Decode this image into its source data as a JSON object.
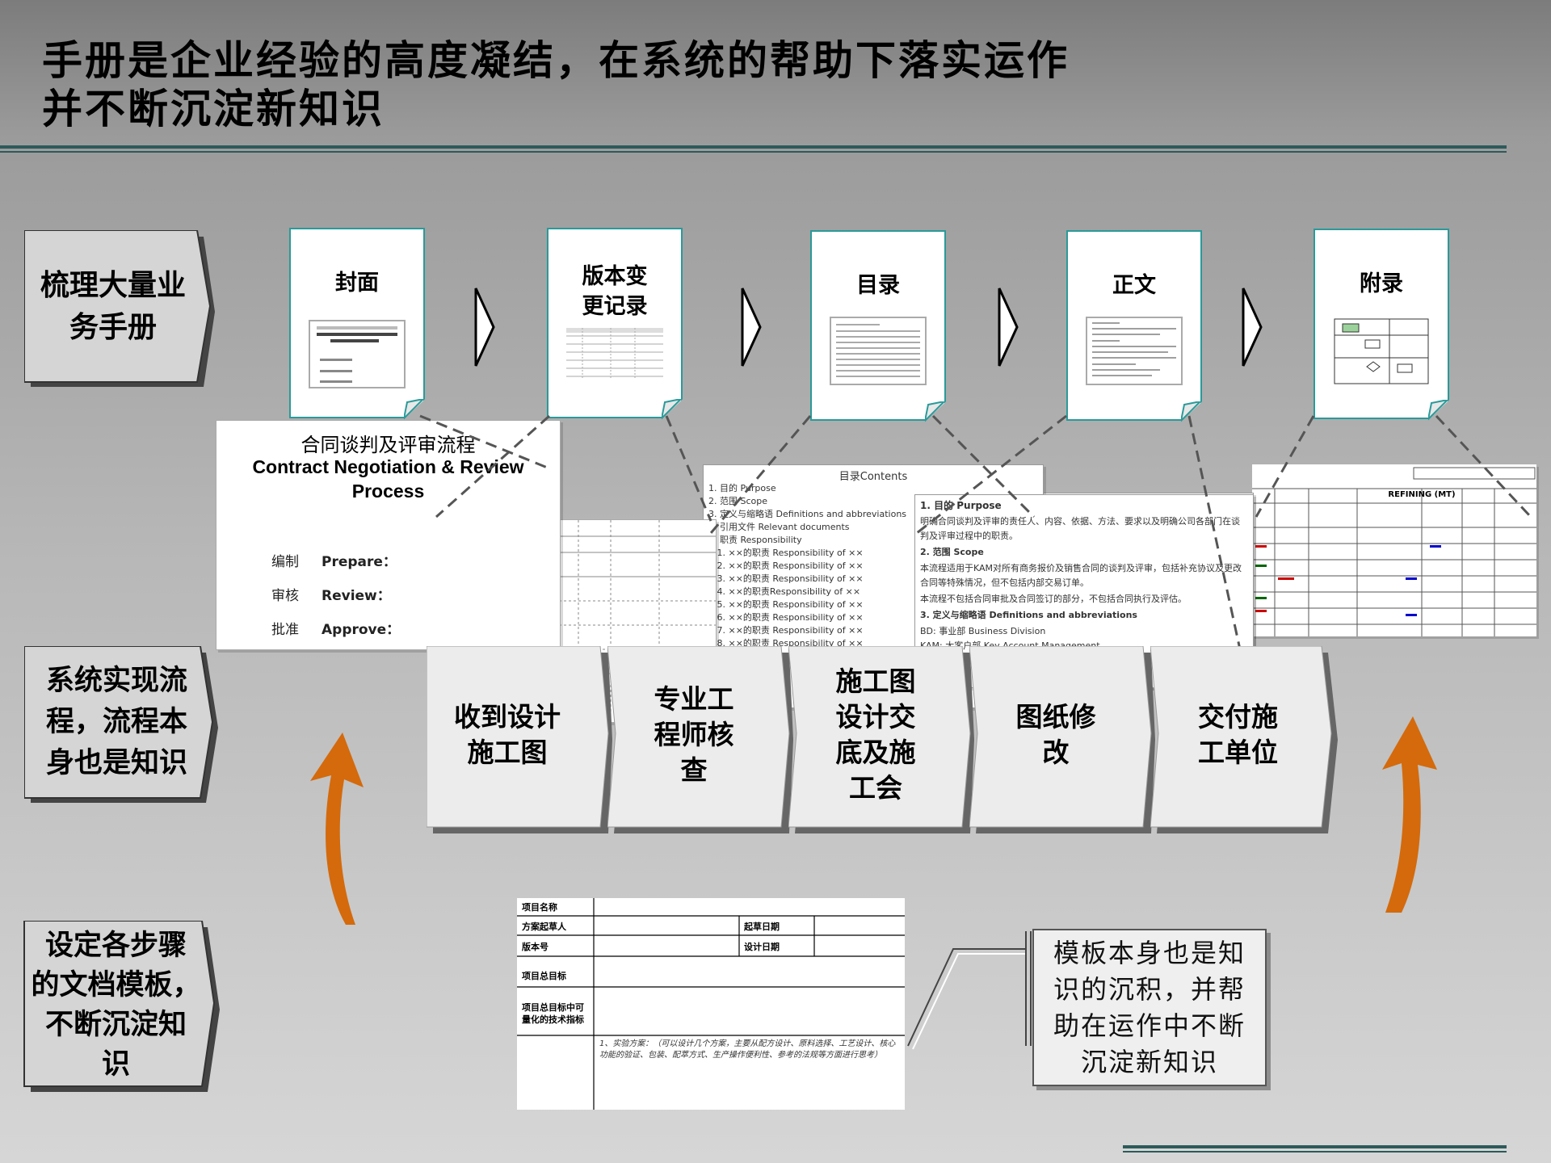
{
  "title": {
    "line1": "手册是企业经验的高度凝结，在系统的帮助下落实运作",
    "line2": "并不断沉淀新知识"
  },
  "side_labels": {
    "manuals": "梳理大量业\n务手册",
    "system": "系统实现流\n程，流程本\n身也是知识",
    "templates": "设定各步骤\n的文档模板，\n不断沉淀知\n识"
  },
  "manual_sections": [
    {
      "label": "封面"
    },
    {
      "label": "版本变\n更记录"
    },
    {
      "label": "目录"
    },
    {
      "label": "正文"
    },
    {
      "label": "附录"
    }
  ],
  "cover_preview": {
    "title_cn": "合同谈判及评审流程",
    "title_en": "Contract Negotiation & Review Process",
    "rows": [
      {
        "cn": "编制",
        "en": "Prepare："
      },
      {
        "cn": "审核",
        "en": "Review："
      },
      {
        "cn": "批准",
        "en": "Approve："
      }
    ]
  },
  "toc_preview": {
    "heading": "目录Contents",
    "lines": [
      "1. 目的  Purpose",
      "2. 范围  Scope",
      "3. 定义与缩略语  Definitions and abbreviations",
      "4. 引用文件  Relevant documents",
      "5. 职责  Responsibility",
      "5.1. ××的职责  Responsibility of ××",
      "5.2. ××的职责  Responsibility of ××",
      "5.3. ××的职责  Responsibility of ××",
      "5.4. ××的职责Responsibility of ××",
      "5.5. ××的职责  Responsibility of ××",
      "5.6. ××的职责  Responsibility of ××",
      "5.7. ××的职责  Responsibility of ××",
      "5.8. ××的职责  Responsibility of ××"
    ]
  },
  "body_preview": {
    "lines": [
      "1. 目的  Purpose",
      "明确合同谈判及评审的责任人、内容、依据、方法、要求以及明确公司各部门在谈",
      "判及评审过程中的职责。",
      "2. 范围  Scope",
      "本流程适用于KAM对所有商务报价及销售合同的谈判及评审，包括补充协议及更改",
      "合同等特殊情况，但不包括内部交易订单。",
      "本流程不包括合同审批及合同签订的部分，不包括合同执行及评估。",
      "3. 定义与缩略语  Definitions and abbreviations",
      "BD: 事业部  Business Division",
      "KAM: 大客户部  Key Account Management"
    ]
  },
  "appendix_preview": {
    "table_title": "REFINING (MT)"
  },
  "process_steps": [
    {
      "label": "收到设计\n施工图"
    },
    {
      "label": "专业工\n程师核\n查"
    },
    {
      "label": "施工图\n设计交\n底及施\n工会"
    },
    {
      "label": "图纸修\n改"
    },
    {
      "label": "交付施\n工单位"
    }
  ],
  "template_form": {
    "fields": {
      "project_name": "项目名称",
      "drafter": "方案起草人",
      "draft_date": "起草日期",
      "version": "版本号",
      "design_date": "设计日期",
      "goal": "项目总目标",
      "metrics": "项目总目标中可量化的技术指标",
      "plan_note": "1、实验方案：（可以设计几个方案，主要从配方设计、原料选择、工艺设计、核心功能的验证、包装、配萃方式、生产操作便利性、参考的法规等方面进行思考）"
    }
  },
  "callout": {
    "text": "模板本身也是知\n识的沉积，并帮\n助在运作中不断\n沉淀新知识"
  },
  "colors": {
    "teal": "#2a9a9a",
    "accent_orange": "#d46a0c",
    "rule": "#2d5a5a"
  }
}
